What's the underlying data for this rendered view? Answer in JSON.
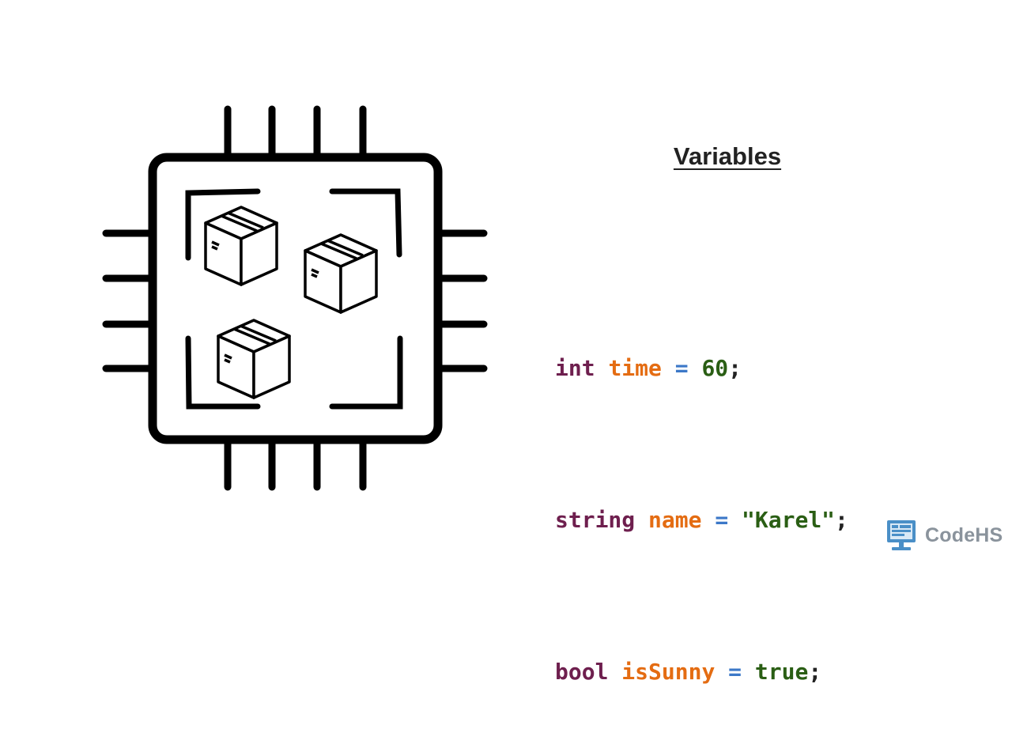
{
  "slide": {
    "title": "Variables"
  },
  "code": {
    "lines": [
      {
        "type": "int",
        "name": "time",
        "op": "=",
        "value": "60",
        "end": ";"
      },
      {
        "type": "string",
        "name": "name",
        "op": "=",
        "value": "\"Karel\"",
        "end": ";"
      },
      {
        "type": "bool",
        "name": "isSunny",
        "op": "=",
        "value": "true",
        "end": ";"
      }
    ]
  },
  "colors": {
    "type_keyword": "#6e1f4e",
    "identifier": "#e46c12",
    "operator": "#3c78c8",
    "literal": "#2a5e14",
    "logo_text": "#8a939c",
    "logo_mark": "#4a8fc7"
  },
  "icons": {
    "illustration": "memory-chip-icon",
    "box": "cardboard-box-icon",
    "logo": "computer-monitor-icon"
  },
  "brand": {
    "logo_text": "CodeHS"
  }
}
